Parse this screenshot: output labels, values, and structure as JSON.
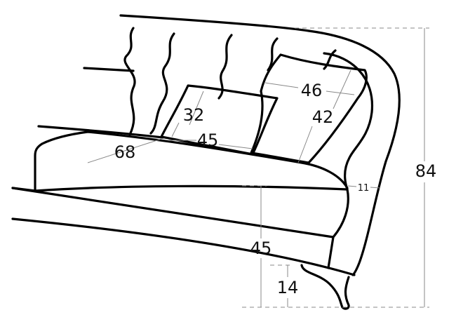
{
  "title": "Sofa dimensions drawing",
  "dimensions": {
    "total_height": "84",
    "seat_height": "45",
    "leg_height": "14",
    "arm_width": "11",
    "seat_depth": "68",
    "small_cushion_width": "45",
    "small_cushion_height": "32",
    "large_cushion_width": "46",
    "large_cushion_height": "42"
  }
}
